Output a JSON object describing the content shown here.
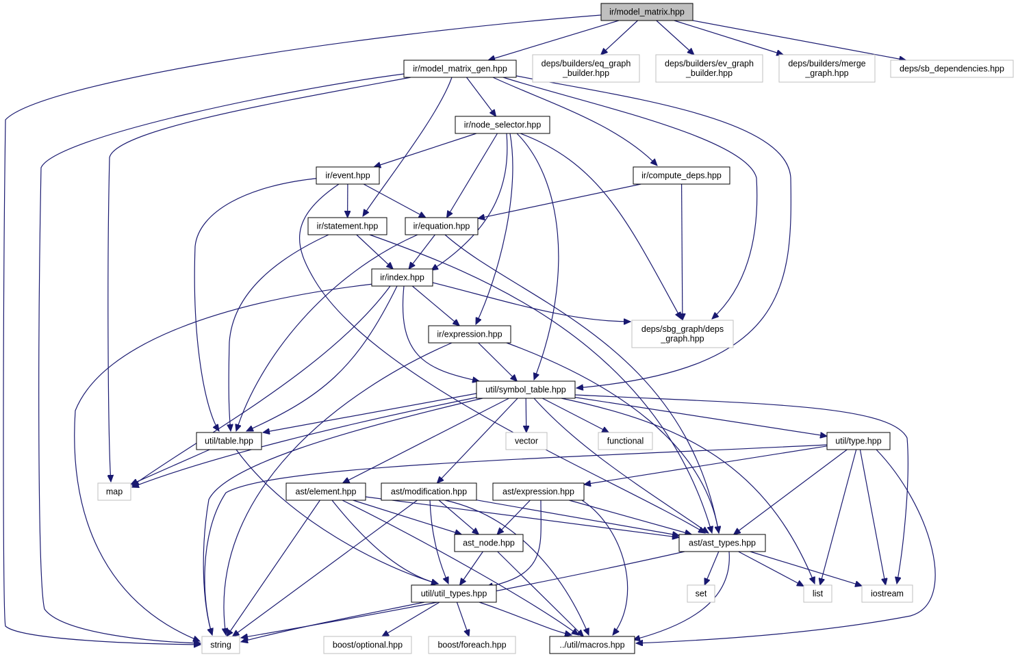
{
  "graph": {
    "colors": {
      "edge": "#191970",
      "root_fill": "#bfbfbf",
      "external_border": "#bfbfbf",
      "internal_border": "#000000"
    },
    "nodes": [
      {
        "id": "model_matrix",
        "lines": [
          "ir/model_matrix.hpp"
        ],
        "kind": "root"
      },
      {
        "id": "model_matrix_gen",
        "lines": [
          "ir/model_matrix_gen.hpp"
        ],
        "kind": "internal"
      },
      {
        "id": "eq_graph_builder",
        "lines": [
          "deps/builders/eq_graph",
          "_builder.hpp"
        ],
        "kind": "external"
      },
      {
        "id": "ev_graph_builder",
        "lines": [
          "deps/builders/ev_graph",
          "_builder.hpp"
        ],
        "kind": "external"
      },
      {
        "id": "merge_graph",
        "lines": [
          "deps/builders/merge",
          "_graph.hpp"
        ],
        "kind": "external"
      },
      {
        "id": "sb_dependencies",
        "lines": [
          "deps/sb_dependencies.hpp"
        ],
        "kind": "external"
      },
      {
        "id": "node_selector",
        "lines": [
          "ir/node_selector.hpp"
        ],
        "kind": "internal"
      },
      {
        "id": "event",
        "lines": [
          "ir/event.hpp"
        ],
        "kind": "internal"
      },
      {
        "id": "compute_deps",
        "lines": [
          "ir/compute_deps.hpp"
        ],
        "kind": "internal"
      },
      {
        "id": "statement",
        "lines": [
          "ir/statement.hpp"
        ],
        "kind": "internal"
      },
      {
        "id": "equation",
        "lines": [
          "ir/equation.hpp"
        ],
        "kind": "internal"
      },
      {
        "id": "index",
        "lines": [
          "ir/index.hpp"
        ],
        "kind": "internal"
      },
      {
        "id": "deps_graph",
        "lines": [
          "deps/sbg_graph/deps",
          "_graph.hpp"
        ],
        "kind": "external"
      },
      {
        "id": "expression",
        "lines": [
          "ir/expression.hpp"
        ],
        "kind": "internal"
      },
      {
        "id": "symbol_table",
        "lines": [
          "util/symbol_table.hpp"
        ],
        "kind": "internal"
      },
      {
        "id": "table",
        "lines": [
          "util/table.hpp"
        ],
        "kind": "internal"
      },
      {
        "id": "vector",
        "lines": [
          "vector"
        ],
        "kind": "external"
      },
      {
        "id": "functional",
        "lines": [
          "functional"
        ],
        "kind": "external"
      },
      {
        "id": "type",
        "lines": [
          "util/type.hpp"
        ],
        "kind": "internal"
      },
      {
        "id": "map",
        "lines": [
          "map"
        ],
        "kind": "external"
      },
      {
        "id": "ast_element",
        "lines": [
          "ast/element.hpp"
        ],
        "kind": "internal"
      },
      {
        "id": "ast_modification",
        "lines": [
          "ast/modification.hpp"
        ],
        "kind": "internal"
      },
      {
        "id": "ast_expression",
        "lines": [
          "ast/expression.hpp"
        ],
        "kind": "internal"
      },
      {
        "id": "ast_node",
        "lines": [
          "ast_node.hpp"
        ],
        "kind": "internal"
      },
      {
        "id": "ast_types",
        "lines": [
          "ast/ast_types.hpp"
        ],
        "kind": "internal"
      },
      {
        "id": "set",
        "lines": [
          "set"
        ],
        "kind": "external"
      },
      {
        "id": "list",
        "lines": [
          "list"
        ],
        "kind": "external"
      },
      {
        "id": "iostream",
        "lines": [
          "iostream"
        ],
        "kind": "external"
      },
      {
        "id": "util_types",
        "lines": [
          "util/util_types.hpp"
        ],
        "kind": "internal"
      },
      {
        "id": "string",
        "lines": [
          "string"
        ],
        "kind": "external"
      },
      {
        "id": "boost_optional",
        "lines": [
          "boost/optional.hpp"
        ],
        "kind": "external"
      },
      {
        "id": "boost_foreach",
        "lines": [
          "boost/foreach.hpp"
        ],
        "kind": "external"
      },
      {
        "id": "macros",
        "lines": [
          "../util/macros.hpp"
        ],
        "kind": "internal"
      }
    ],
    "edges": [
      [
        "model_matrix",
        "string"
      ],
      [
        "model_matrix",
        "model_matrix_gen"
      ],
      [
        "model_matrix",
        "eq_graph_builder"
      ],
      [
        "model_matrix",
        "ev_graph_builder"
      ],
      [
        "model_matrix",
        "merge_graph"
      ],
      [
        "model_matrix",
        "sb_dependencies"
      ],
      [
        "model_matrix_gen",
        "string"
      ],
      [
        "model_matrix_gen",
        "map"
      ],
      [
        "model_matrix_gen",
        "statement"
      ],
      [
        "model_matrix_gen",
        "node_selector"
      ],
      [
        "model_matrix_gen",
        "compute_deps"
      ],
      [
        "model_matrix_gen",
        "deps_graph"
      ],
      [
        "model_matrix_gen",
        "symbol_table"
      ],
      [
        "node_selector",
        "event"
      ],
      [
        "node_selector",
        "equation"
      ],
      [
        "node_selector",
        "index"
      ],
      [
        "node_selector",
        "expression"
      ],
      [
        "node_selector",
        "symbol_table"
      ],
      [
        "node_selector",
        "deps_graph"
      ],
      [
        "event",
        "statement"
      ],
      [
        "event",
        "equation"
      ],
      [
        "event",
        "table"
      ],
      [
        "event",
        "ast_types"
      ],
      [
        "compute_deps",
        "equation"
      ],
      [
        "compute_deps",
        "deps_graph"
      ],
      [
        "statement",
        "index"
      ],
      [
        "statement",
        "table"
      ],
      [
        "statement",
        "ast_types"
      ],
      [
        "equation",
        "index"
      ],
      [
        "equation",
        "table"
      ],
      [
        "equation",
        "ast_types"
      ],
      [
        "index",
        "string"
      ],
      [
        "index",
        "map"
      ],
      [
        "index",
        "table"
      ],
      [
        "index",
        "expression"
      ],
      [
        "index",
        "symbol_table"
      ],
      [
        "index",
        "deps_graph"
      ],
      [
        "expression",
        "symbol_table"
      ],
      [
        "expression",
        "string"
      ],
      [
        "expression",
        "ast_types"
      ],
      [
        "symbol_table",
        "table"
      ],
      [
        "symbol_table",
        "map"
      ],
      [
        "symbol_table",
        "string"
      ],
      [
        "symbol_table",
        "vector"
      ],
      [
        "symbol_table",
        "functional"
      ],
      [
        "symbol_table",
        "type"
      ],
      [
        "symbol_table",
        "ast_element"
      ],
      [
        "symbol_table",
        "ast_modification"
      ],
      [
        "symbol_table",
        "ast_types"
      ],
      [
        "symbol_table",
        "list"
      ],
      [
        "symbol_table",
        "iostream"
      ],
      [
        "table",
        "map"
      ],
      [
        "table",
        "util_types"
      ],
      [
        "type",
        "string"
      ],
      [
        "type",
        "ast_expression"
      ],
      [
        "type",
        "ast_types"
      ],
      [
        "type",
        "list"
      ],
      [
        "type",
        "iostream"
      ],
      [
        "type",
        "macros"
      ],
      [
        "ast_element",
        "string"
      ],
      [
        "ast_element",
        "ast_node"
      ],
      [
        "ast_element",
        "ast_types"
      ],
      [
        "ast_element",
        "util_types"
      ],
      [
        "ast_element",
        "macros"
      ],
      [
        "ast_modification",
        "string"
      ],
      [
        "ast_modification",
        "ast_node"
      ],
      [
        "ast_modification",
        "ast_types"
      ],
      [
        "ast_modification",
        "util_types"
      ],
      [
        "ast_modification",
        "macros"
      ],
      [
        "ast_expression",
        "ast_node"
      ],
      [
        "ast_expression",
        "ast_types"
      ],
      [
        "ast_expression",
        "util_types"
      ],
      [
        "ast_expression",
        "macros"
      ],
      [
        "ast_node",
        "util_types"
      ],
      [
        "ast_node",
        "macros"
      ],
      [
        "ast_types",
        "string"
      ],
      [
        "ast_types",
        "set"
      ],
      [
        "ast_types",
        "list"
      ],
      [
        "ast_types",
        "iostream"
      ],
      [
        "ast_types",
        "macros"
      ],
      [
        "util_types",
        "string"
      ],
      [
        "util_types",
        "boost_optional"
      ],
      [
        "util_types",
        "boost_foreach"
      ],
      [
        "util_types",
        "macros"
      ]
    ]
  }
}
